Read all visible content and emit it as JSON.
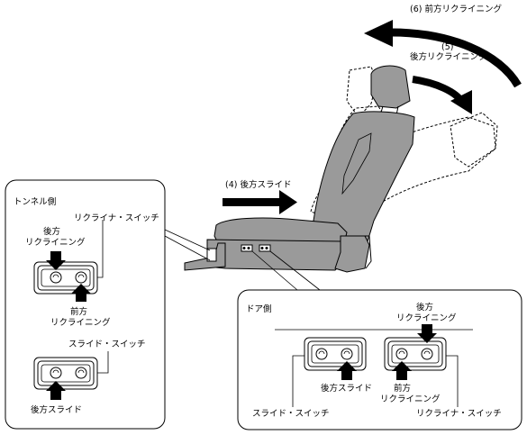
{
  "seat_labels": {
    "forward_recline": "(6) 前方リクライニング",
    "rear_recline_num": "(5)",
    "rear_recline": "後方リクライニング",
    "rear_slide": "(4) 後方スライド"
  },
  "tunnel_panel": {
    "title": "トンネル側",
    "recliner_switch": "リクライナ・スイッチ",
    "rear_recline_1": "後方",
    "rear_recline_2": "リクライニング",
    "fwd_recline_1": "前方",
    "fwd_recline_2": "リクライニング",
    "slide_switch": "スライド・スイッチ",
    "rear_slide": "後方スライド"
  },
  "door_panel": {
    "title": "ドア側",
    "rear_recline_1": "後方",
    "rear_recline_2": "リクライニング",
    "rear_slide": "後方スライド",
    "fwd_recline_1": "前方",
    "fwd_recline_2": "リクライニング",
    "slide_switch": "スライド・スイッチ",
    "recliner_switch": "リクライナ・スイッチ"
  },
  "colors": {
    "seat_fill": "#9a9a9a",
    "line": "#000000"
  }
}
